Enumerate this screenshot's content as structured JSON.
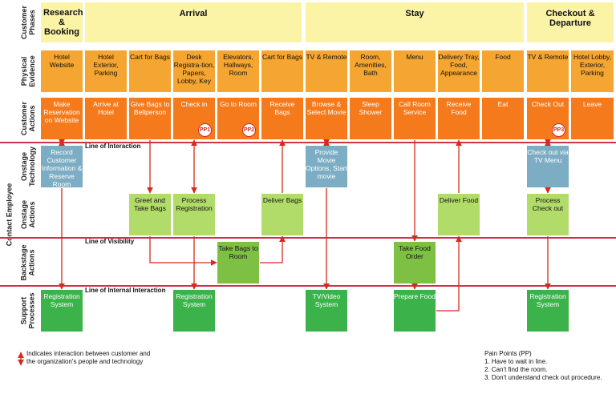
{
  "row_labels": {
    "phases": "Customer Phases",
    "evidence": "Physical Evidence",
    "actions": "Customer Actions",
    "technology": "Onstage Technology",
    "onstage": "Onstage Actions",
    "backstage": "Backstage Actions",
    "support": "Support Processes",
    "contact_employee": "Contact Employee"
  },
  "phases": {
    "research": "Research & Booking",
    "arrival": "Arrival",
    "stay": "Stay",
    "checkout": "Checkout & Departure"
  },
  "evidence": [
    "Hotel Website",
    "Hotel Exterior, Parking",
    "Cart for Bags",
    "Desk Registra-tion, Papers, Lobby, Key",
    "Elevators, Hallways, Room",
    "Cart for Bags",
    "TV & Remote",
    "Room, Amenities, Bath",
    "Menu",
    "Delivery Tray, Food, Appearance",
    "Food",
    "TV & Remote",
    "Hotel Lobby, Exterior, Parking"
  ],
  "actions": [
    "Make Reservation on Website",
    "Arrive at Hotel",
    "Give Bags to Bellperson",
    "Check in",
    "Go to Room",
    "Receive Bags",
    "Browse & Select Movie",
    "Sleep Shower",
    "Call Room Service",
    "Receive Food",
    "Eat",
    "Check Out",
    "Leave"
  ],
  "pain_point_badges": {
    "pp1": "PP1",
    "pp2": "PP2",
    "pp3": "PP3"
  },
  "technology": {
    "record": "Record Customer Information & Reserve Room",
    "movie": "Provide Movie Options, Start movie",
    "checkout": "Check out via TV Menu"
  },
  "onstage": {
    "greet": "Greet and Take Bags",
    "registration": "Process Registration",
    "deliver_bags": "Deliver Bags",
    "deliver_food": "Deliver Food",
    "checkout": "Process Check out"
  },
  "backstage": {
    "take_bags": "Take Bags to Room",
    "take_order": "Take Food Order"
  },
  "support": {
    "reg1": "Registration System",
    "reg2": "Registration System",
    "tv": "TV/Video System",
    "prepare": "Prepare Food",
    "reg3": "Registration System"
  },
  "lines": {
    "interaction": "Line of Interaction",
    "visibility": "Line of Visibility",
    "internal": "Line of Internal Interaction"
  },
  "legend": {
    "text": "Indicates interaction between customer and the organization's people and technology"
  },
  "pain_points": {
    "title": "Pain Points (PP)",
    "items": [
      "1. Have to wait in line.",
      "2. Can't find the room.",
      "3. Don't understand check out procedure."
    ]
  },
  "colors": {
    "phase": "#fbf3a6",
    "evidence": "#f5a632",
    "action": "#f47a1c",
    "technology": "#7cadc4",
    "onstage": "#b2dc6a",
    "backstage": "#7dc043",
    "support": "#3bb34a",
    "arrow": "#d52b1e",
    "line": "#d0324c"
  }
}
